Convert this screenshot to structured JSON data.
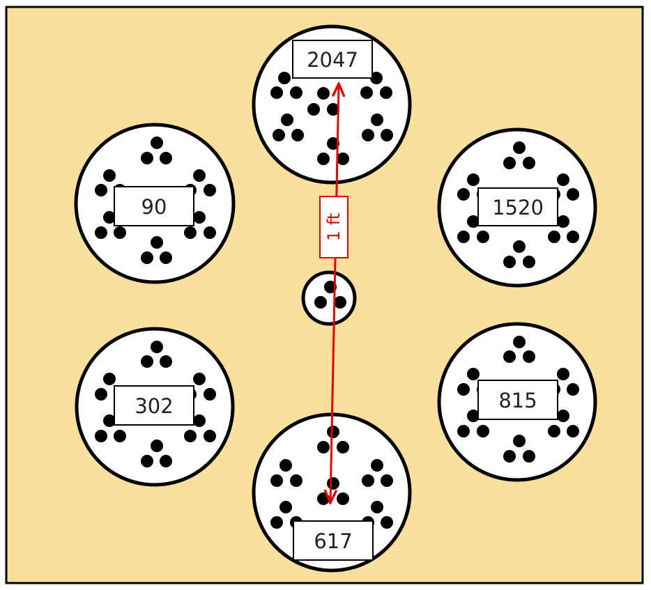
{
  "diagram": {
    "colors": {
      "background": "#fbdf9c",
      "plate_fill": "#ffffff",
      "outline": "#000000",
      "dot": "#000000",
      "measure": "#e00000"
    },
    "plates": [
      {
        "id": "top",
        "label": "2047"
      },
      {
        "id": "upper-left",
        "label": "90"
      },
      {
        "id": "upper-right",
        "label": "1520"
      },
      {
        "id": "lower-left",
        "label": "302"
      },
      {
        "id": "lower-right",
        "label": "815"
      },
      {
        "id": "bottom",
        "label": "617"
      }
    ],
    "center_plate": {
      "label": ""
    },
    "measurement": {
      "label": "1 ft",
      "icon": "arrow-line"
    }
  }
}
